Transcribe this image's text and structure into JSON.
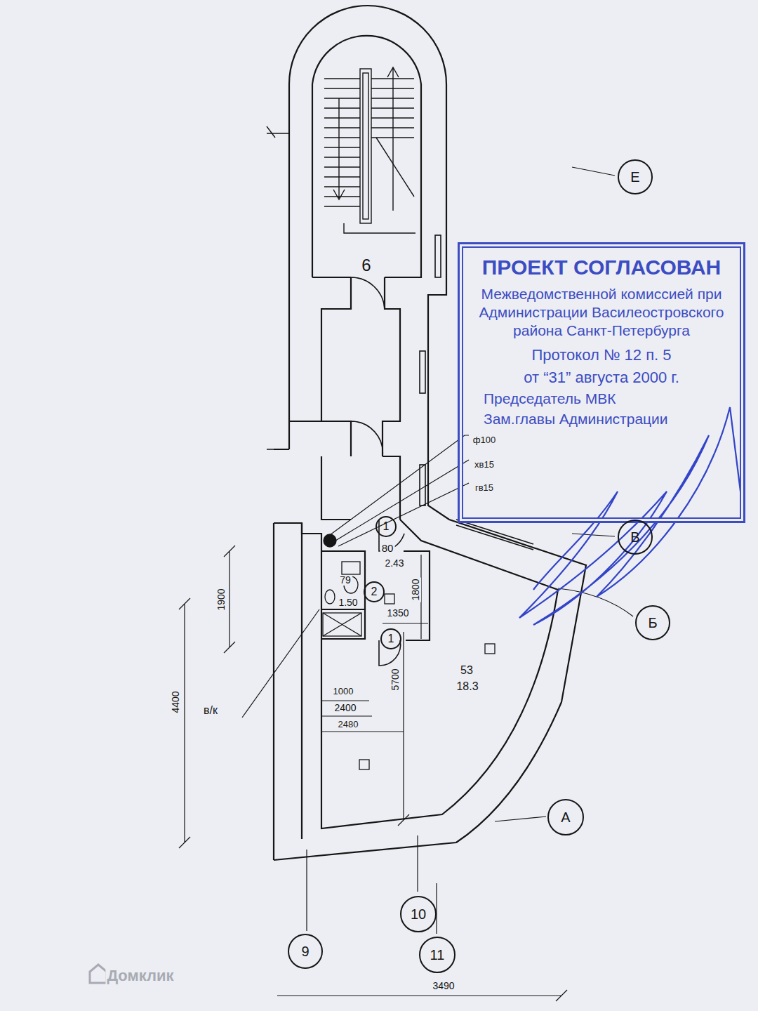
{
  "diagram": {
    "nodes": [
      {
        "text": [
          "Е"
        ]
      },
      {
        "text": [
          "ПРОЕКТ СОГЛАСОВАН",
          "Межведомственной комиссией при Администрации Василеостровского района Санкт-Петербурга",
          "Протокол № 12 п. 5",
          "от “31” августа 2000 г.",
          "Председатель МВК",
          "Зам.главы Администрации"
        ]
      },
      {
        "text": [
          "1"
        ]
      },
      {
        "text": [
          "В"
        ]
      },
      {
        "text": [
          "2"
        ]
      },
      {
        "text": [
          "Б"
        ]
      },
      {
        "text": [
          "1"
        ]
      },
      {
        "text": [
          "А"
        ]
      },
      {
        "text": [
          "9"
        ]
      },
      {
        "text": [
          "10"
        ]
      },
      {
        "text": [
          "11"
        ]
      }
    ],
    "labels": [
      "6",
      "ф100",
      "хв15",
      "гв15",
      "80",
      "2.43",
      "79",
      "1.50",
      "1800",
      "1350",
      "1900",
      "53",
      "18.3",
      "5700",
      "1000",
      "2400",
      "2480",
      "4400",
      "в/к",
      "3490",
      "Домклик"
    ]
  }
}
